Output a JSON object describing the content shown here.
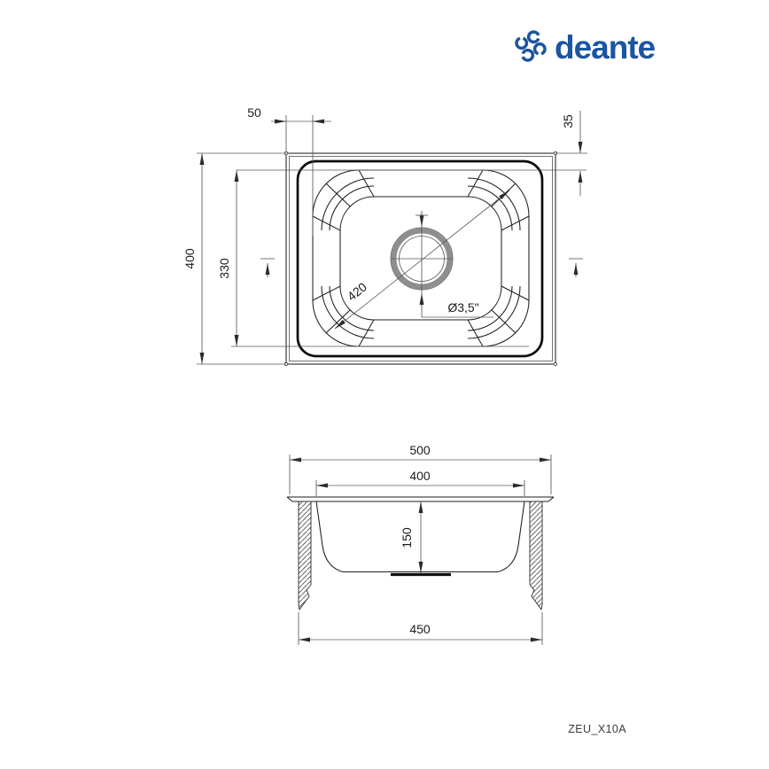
{
  "logo": {
    "wordmark": "deante",
    "color": "#1b55a1"
  },
  "model_code": "ZEU_X10A",
  "top_view": {
    "offset_left_mm": "50",
    "offset_top_mm": "35",
    "overall_depth_mm": "400",
    "bowl_depth_mm": "330",
    "bowl_diagonal_mm": "420",
    "drain_size": "Ø3,5\""
  },
  "section_view": {
    "overall_width_mm": "500",
    "bowl_width_mm": "400",
    "bowl_depth_mm": "150",
    "base_width_mm": "450"
  },
  "colors": {
    "line": "#1f1f1f",
    "dimension_line": "#5a5a5a",
    "accent": "#1b55a1",
    "drain_ring": "#8e8e8e"
  }
}
